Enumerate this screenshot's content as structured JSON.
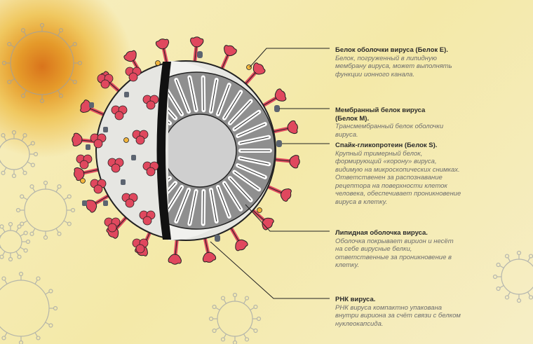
{
  "labels": [
    {
      "title": "Белок оболочки вируса (Белок Е).",
      "desc": "Белок, погруженный в липидную мембрану вируса, может выполнять функции ионного канала."
    },
    {
      "title": "Мембранный белок вируса (Белок М).",
      "desc": "Трансмембранный белок оболочки вируса."
    },
    {
      "title": "Спайк-гликопротеин (Белок S).",
      "desc": "Крупный тримерный белок, формирующий «корону» вируса, видимую на микроскопических снимках. Ответственен за распознавание рецептора на поверхности клеток человека, обеспечивает проникновение вируса в клетку."
    },
    {
      "title": "Липидная оболочка вируса.",
      "desc": "Оболочка покрывает вирион и несёт на себе вирусные белки, ответственные за проникновение в клетку."
    },
    {
      "title": "РНК вируса.",
      "desc": "РНК вируса компактно упакована внутри вириона за счёт связи с белком нуклеокапсида."
    }
  ],
  "colors": {
    "spike": "#e0485e",
    "membrane": "#e4e4e0",
    "core": "#9a9a9a",
    "accent": "#f2b53c",
    "line": "#222222"
  }
}
